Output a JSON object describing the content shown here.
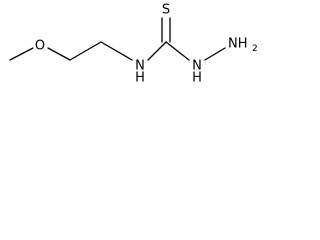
{
  "molecule": {
    "atoms": {
      "oxygen": "O",
      "thio_sulfur": "S",
      "amide_n": "N",
      "amide_h": "H",
      "hydrazine_n": "N",
      "hydrazine_h": "H",
      "terminal_nh2": "NH",
      "terminal_nh2_subscript": "2"
    }
  },
  "colors": {
    "bond": "#000000",
    "text": "#000000",
    "background": "#ffffff"
  }
}
